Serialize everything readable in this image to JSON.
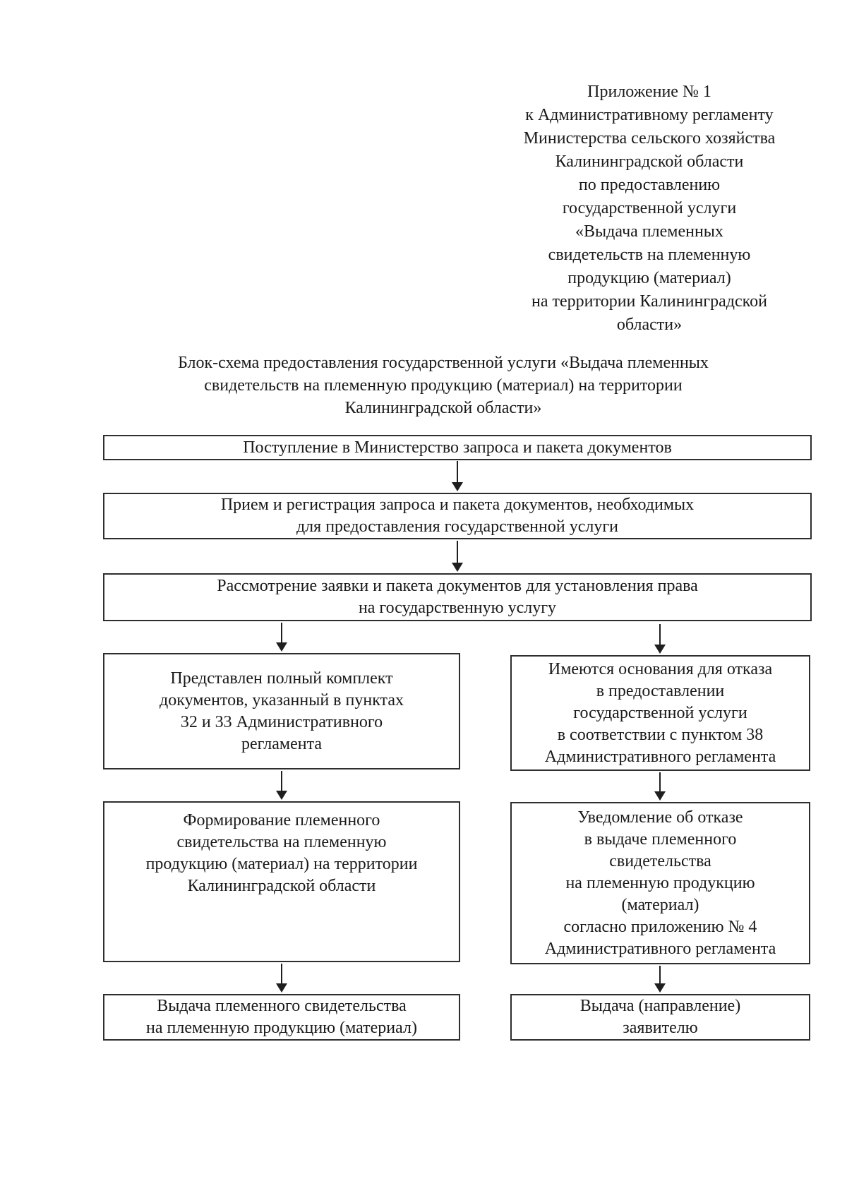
{
  "colors": {
    "page_background": "#ffffff",
    "text": "#1a1a1a",
    "box_border": "#2e2e2e",
    "arrow": "#1f1f1f"
  },
  "document": {
    "annex_header": "Приложение № 1\nк Административному регламенту\nМинистерства сельского хозяйства\nКалининградской области\nпо предоставлению\nгосударственной услуги\n«Выдача племенных\nсвидетельств на племенную\nпродукцию (материал)\nна территории Калининградской\nобласти»",
    "title": "Блок-схема предоставления государственной услуги «Выдача племенных\nсвидетельств на племенную продукцию (материал) на территории\nКалининградской области»"
  },
  "flowchart": {
    "receipt": "Поступление в Министерство запроса и пакета документов",
    "registration": "Прием и регистрация запроса и пакета документов, необходимых\nдля предоставления государственной услуги",
    "review": "Рассмотрение заявки и пакета документов для установления права\nна государственную услугу",
    "complete_docs": "Представлен полный комплект\nдокументов, указанный в пунктах\n32 и 33 Административного\nрегламента",
    "refusal_grounds": "Имеются основания для отказа\nв предоставлении\nгосударственной услуги\nв соответствии с пунктом 38\nАдминистративного регламента",
    "form_certificate": "Формирование племенного\nсвидетельства на племенную\nпродукцию (материал) на территории\nКалининградской области",
    "refusal_notice": "Уведомление об отказе\nв выдаче племенного\nсвидетельства\nна племенную продукцию\n(материал)\nсогласно приложению № 4\nАдминистративного регламента",
    "issue_certificate": "Выдача племенного свидетельства\nна племенную продукцию (материал)",
    "issue_to_applicant": "Выдача (направление)\nзаявителю"
  }
}
